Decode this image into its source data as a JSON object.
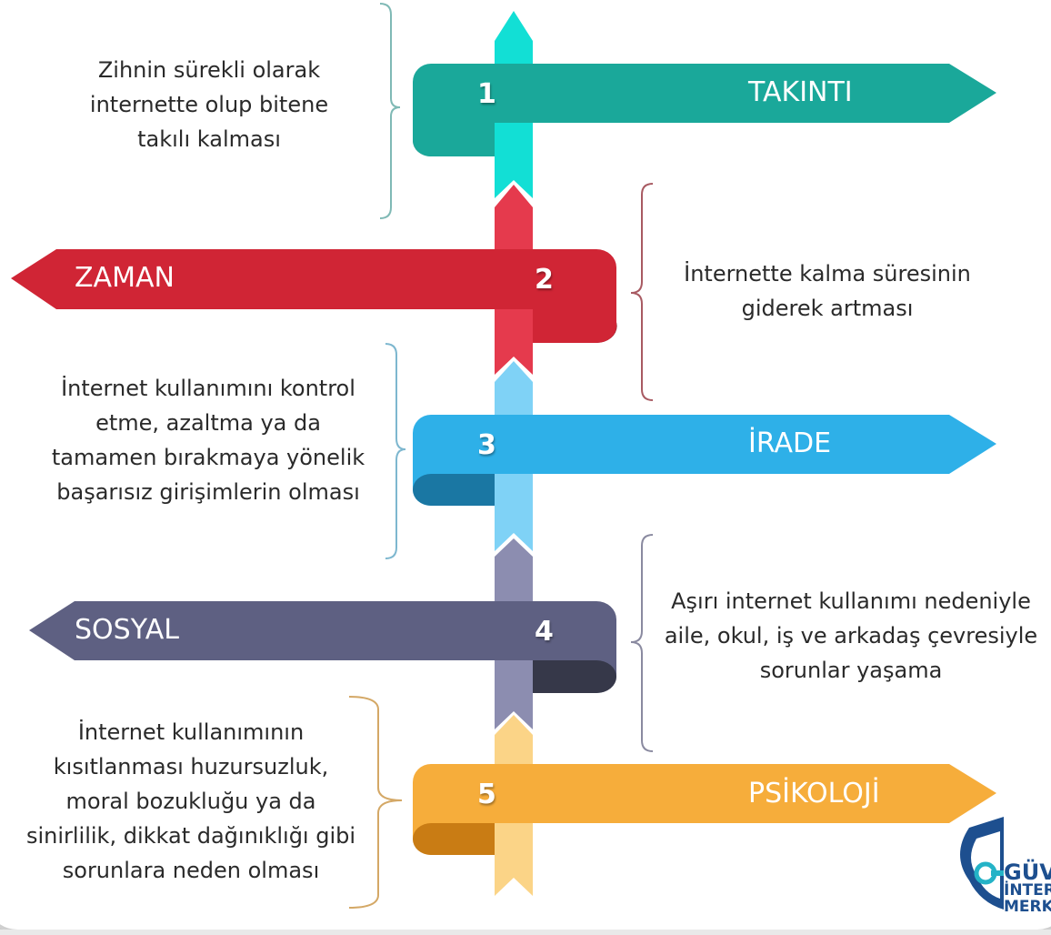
{
  "items": [
    {
      "number": "1",
      "title": "TAKINTI",
      "color": "#1aa89a",
      "dark": "#0f6e66",
      "stem": "#12dfd5",
      "desc": [
        "Zihnin sürekli olarak",
        "internette olup bitene",
        "takılı kalması"
      ]
    },
    {
      "number": "2",
      "title": "ZAMAN",
      "color": "#d02535",
      "dark": "#7d1721",
      "stem": "#e53a4d",
      "desc": [
        "İnternette kalma süresinin",
        "giderek artması"
      ]
    },
    {
      "number": "3",
      "title": "İRADE",
      "color": "#2eb0e8",
      "dark": "#1a77a3",
      "stem": "#7fd2f6",
      "desc": [
        "İnternet kullanımını kontrol",
        "etme, azaltma ya da",
        "tamamen bırakmaya yönelik",
        "başarısız girişimlerin olması"
      ]
    },
    {
      "number": "4",
      "title": "SOSYAL",
      "color": "#5e6082",
      "dark": "#363849",
      "stem": "#8c8db0",
      "desc": [
        "Aşırı internet kullanımı nedeniyle",
        "aile, okul, iş ve arkadaş çevresiyle",
        "sorunlar yaşama"
      ]
    },
    {
      "number": "5",
      "title": "PSİKOLOJİ",
      "color": "#f6ad3b",
      "dark": "#c97c14",
      "stem": "#fbd487",
      "desc": [
        "İnternet kullanımının",
        "kısıtlanması huzursuzluk,",
        "moral bozukluğu ya da",
        "sinirlilik, dikkat dağınıklığı gibi",
        "sorunlara neden olması"
      ]
    }
  ],
  "logo": {
    "line1": "GÜVE",
    "line2": "İNTER",
    "line3": "MERK"
  }
}
